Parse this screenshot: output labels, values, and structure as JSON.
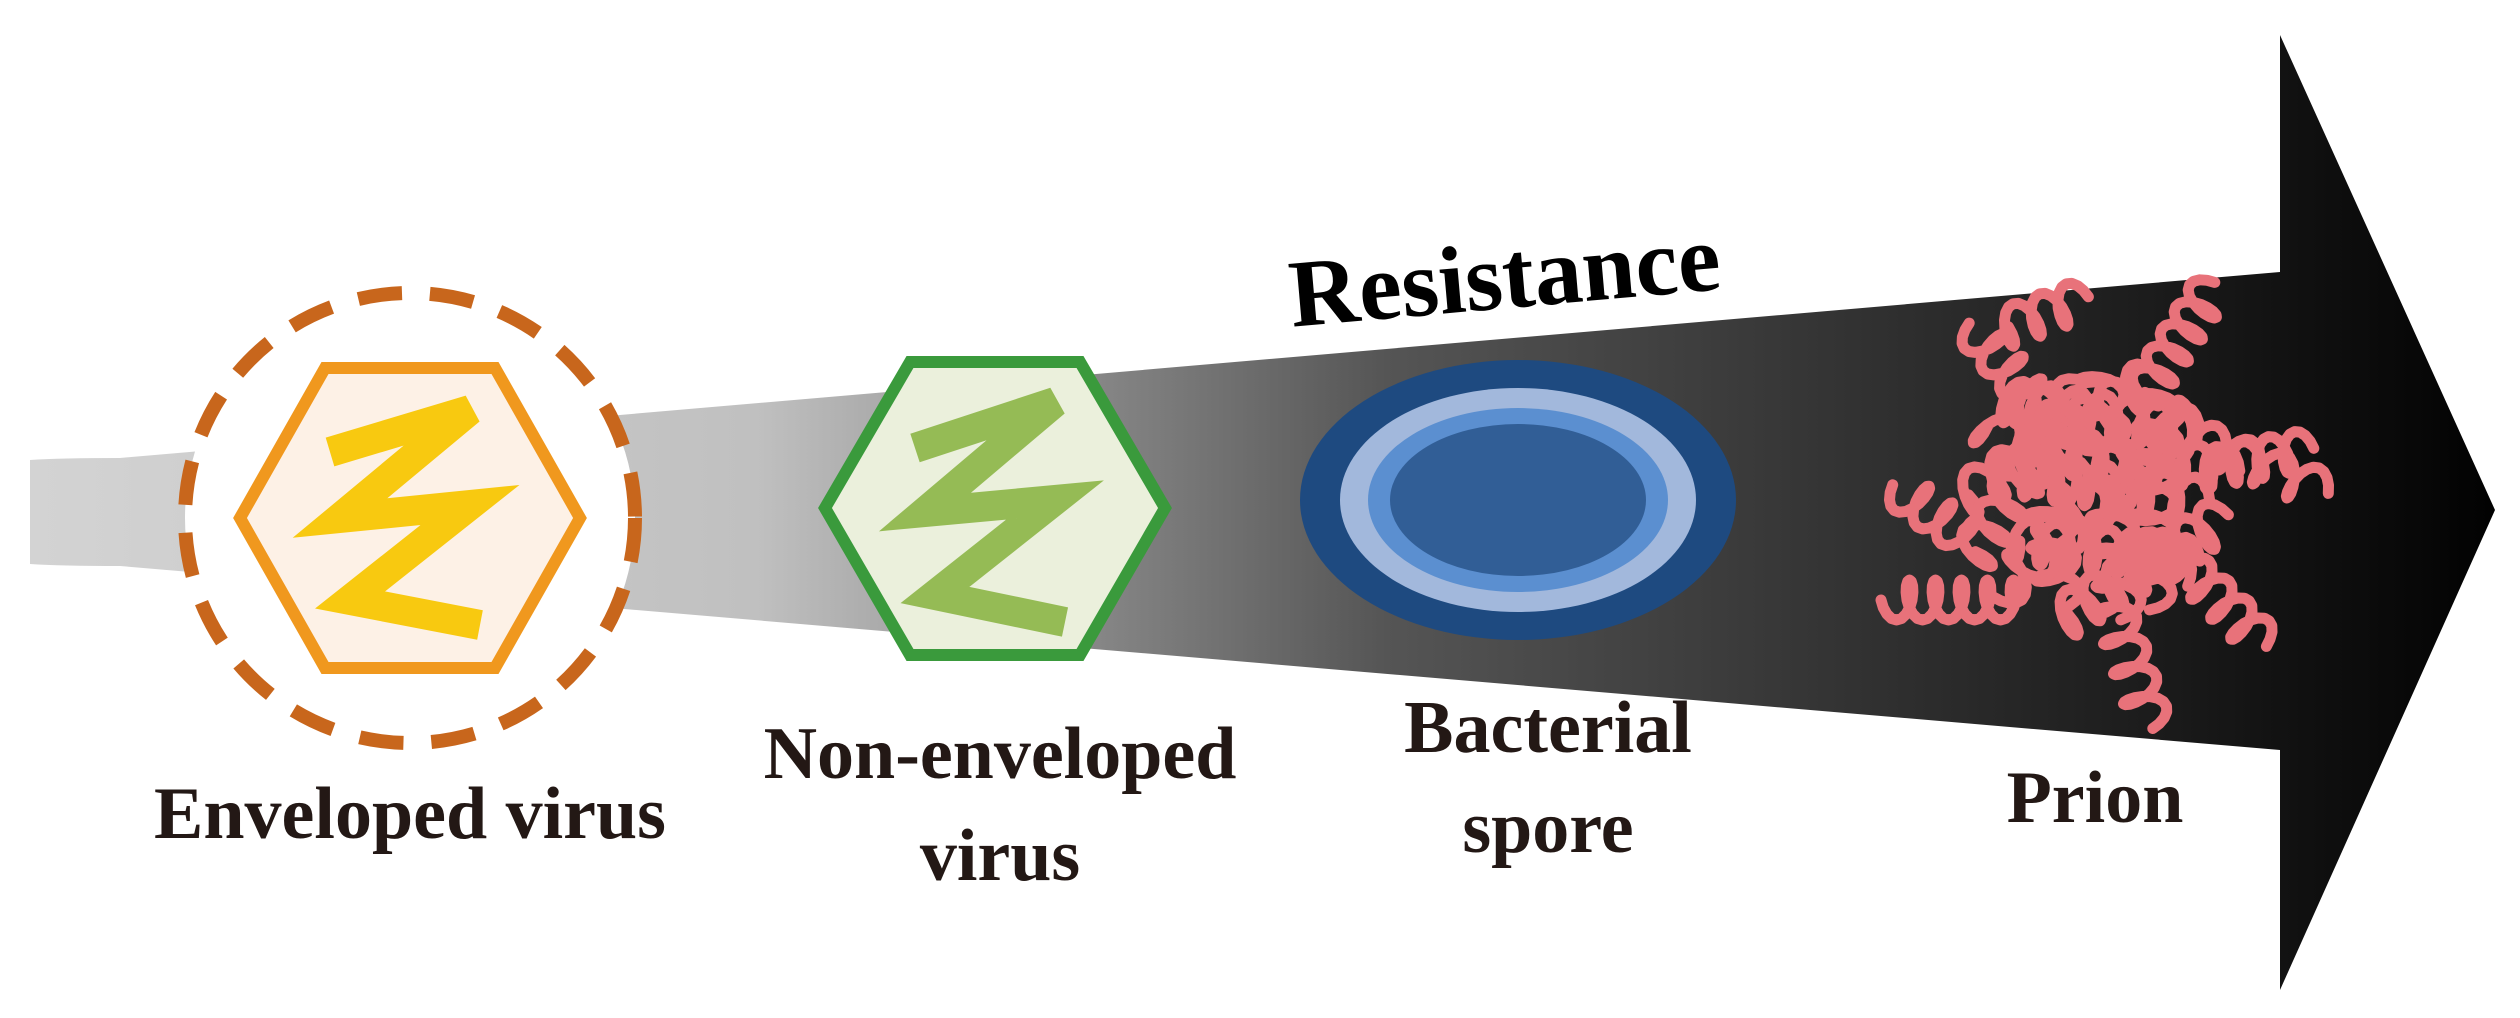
{
  "title": "Resistance",
  "stages": [
    {
      "id": "enveloped",
      "label_lines": [
        "Enveloped virus"
      ]
    },
    {
      "id": "non_enveloped",
      "label_lines": [
        "Non-enveloped",
        "virus"
      ]
    },
    {
      "id": "spore",
      "label_lines": [
        "Bacterial",
        "spore"
      ]
    },
    {
      "id": "prion",
      "label_lines": [
        "Prion"
      ]
    }
  ],
  "colors": {
    "arrow_start": "#d4d4d4",
    "arrow_end": "#000000",
    "envelope_dash": "#c8661c",
    "enveloped_hexagon": "#f0981e",
    "enveloped_fill": "#fdf1e6",
    "enveloped_genome": "#f8c910",
    "nonenveloped_hexagon": "#3a9a3c",
    "nonenveloped_fill": "#ebf0dc",
    "nonenveloped_genome": "#95bb55",
    "spore_outer": "#1e4a80",
    "spore_ring": "#a2b8dc",
    "spore_inner_ring": "#5b8fd0",
    "spore_core": "#315e96",
    "prion": "#e8727a"
  },
  "icons": [
    "envelope-ring-icon",
    "hexagon-capsid-icon",
    "zigzag-genome-icon",
    "spore-oval-icon",
    "prion-protein-icon"
  ]
}
